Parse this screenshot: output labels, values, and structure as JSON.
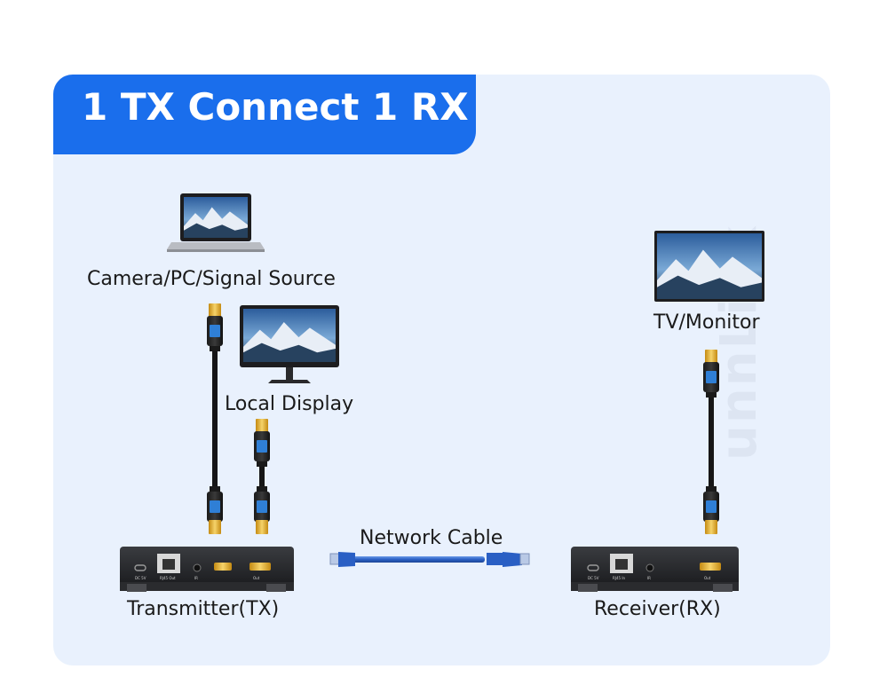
{
  "title": "1 TX Connect 1 RX",
  "labels": {
    "source": "Camera/PC/Signal Source",
    "local_display": "Local Display",
    "tv_monitor": "TV/Monitor",
    "network_cable": "Network Cable",
    "transmitter": "Transmitter(TX)",
    "receiver": "Receiver(RX)"
  },
  "device_ports": {
    "tx": [
      "DC 5V",
      "RJ45 Out",
      "IR",
      "Out"
    ],
    "rx": [
      "DC 5V",
      "RJ45 In",
      "IR",
      "Out"
    ]
  },
  "watermark": "unnLink",
  "colors": {
    "accent": "#1a6eec",
    "panel_bg": "#e9f1fd",
    "cable_blue": "#3b74d6",
    "hdmi_gold": "#e0a82c"
  }
}
